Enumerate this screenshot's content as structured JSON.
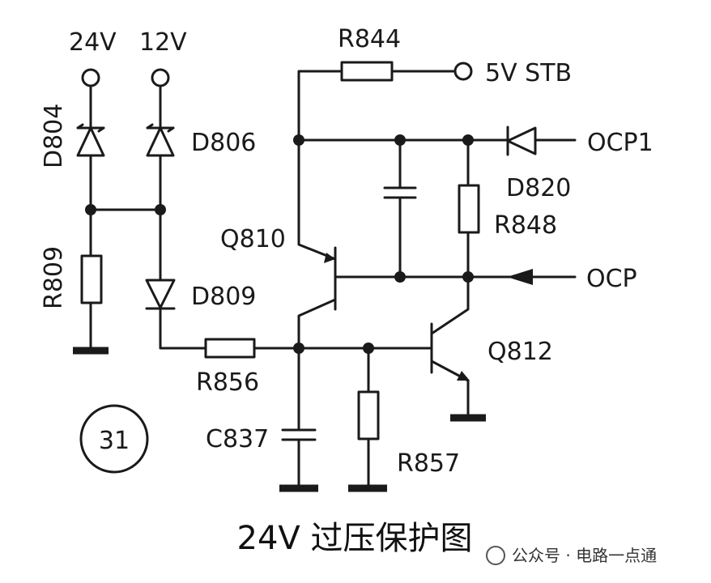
{
  "labels": {
    "v24": "24V",
    "v12": "12V",
    "r844": "R844",
    "stb": "5V STB",
    "d804": "D804",
    "d806": "D806",
    "ocp1": "OCP1",
    "d820": "D820",
    "r848": "R848",
    "q810": "Q810",
    "r809": "R809",
    "d809": "D809",
    "ocp": "OCP",
    "q812": "Q812",
    "r856": "R856",
    "c837": "C837",
    "r857": "R857",
    "circle_num": "31"
  },
  "caption": "24V 过压保护图",
  "watermark": "公众号 · 电路一点通"
}
